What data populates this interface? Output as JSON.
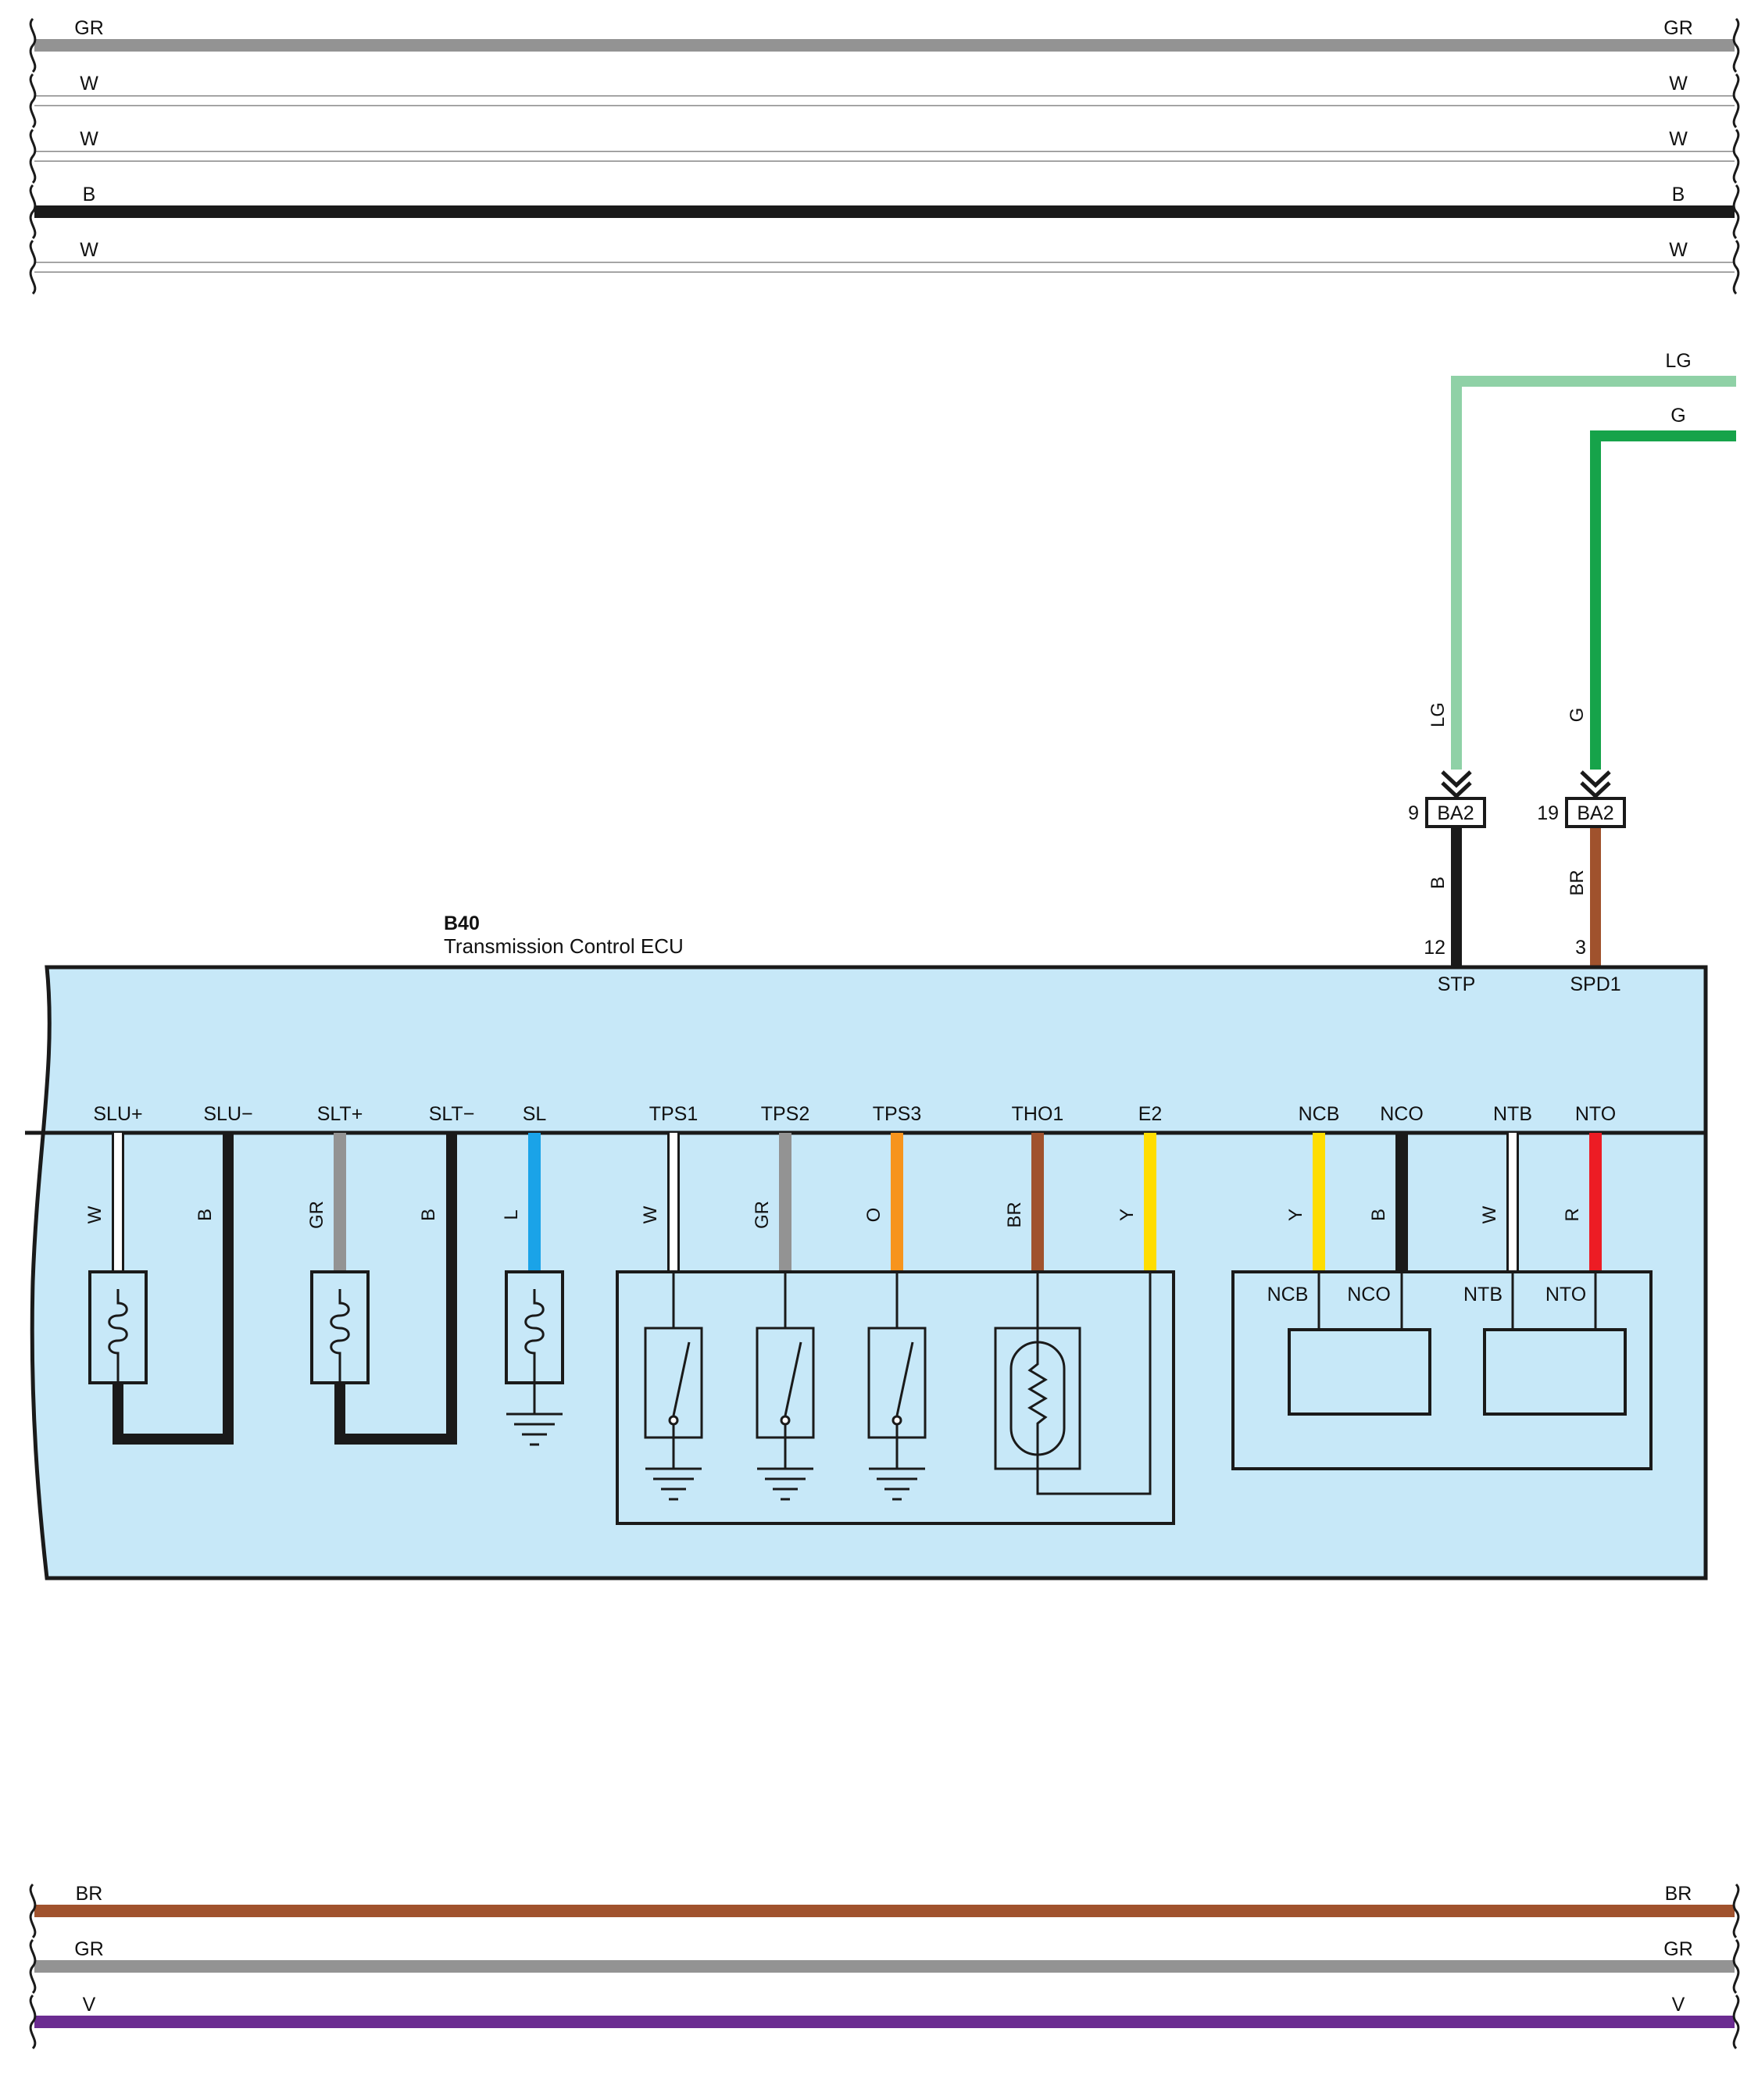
{
  "colors": {
    "GR": "#939393",
    "W": "#ffffff",
    "B": "#1a1a1a",
    "LG": "#8fd1a6",
    "G": "#16a34a",
    "BR": "#a0522d",
    "L": "#1aa3e8",
    "O": "#f7941d",
    "Y": "#ffdd00",
    "R": "#ed1c24",
    "V": "#6b2c91",
    "ecu_fill": "#c7e8f8"
  },
  "top_wires": [
    {
      "color": "GR",
      "left_label": "GR",
      "right_label": "GR"
    },
    {
      "color": "W",
      "left_label": "W",
      "right_label": "W"
    },
    {
      "color": "W",
      "left_label": "W",
      "right_label": "W"
    },
    {
      "color": "B",
      "left_label": "B",
      "right_label": "B"
    },
    {
      "color": "W",
      "left_label": "W",
      "right_label": "W"
    }
  ],
  "bottom_wires": [
    {
      "color": "BR",
      "left_label": "BR",
      "right_label": "BR"
    },
    {
      "color": "GR",
      "left_label": "GR",
      "right_label": "GR"
    },
    {
      "color": "V",
      "left_label": "V",
      "right_label": "V"
    }
  ],
  "ecu": {
    "code": "B40",
    "name": "Transmission Control ECU"
  },
  "right_branches": {
    "lg": {
      "wire_right_label": "LG",
      "wire_vertical_label": "LG",
      "connector": "BA2",
      "connector_pin": "9",
      "lower_wire_label": "B",
      "ecu_pin": "12",
      "terminal": "STP"
    },
    "g": {
      "wire_right_label": "G",
      "wire_vertical_label": "G",
      "connector": "BA2",
      "connector_pin": "19",
      "lower_wire_label": "BR",
      "ecu_pin": "3",
      "terminal": "SPD1"
    }
  },
  "terminals": [
    {
      "name": "SLU+",
      "wire": "W"
    },
    {
      "name": "SLU−",
      "wire": "B"
    },
    {
      "name": "SLT+",
      "wire": "GR"
    },
    {
      "name": "SLT−",
      "wire": "B"
    },
    {
      "name": "SL",
      "wire": "L"
    },
    {
      "name": "TPS1",
      "wire": "W"
    },
    {
      "name": "TPS2",
      "wire": "GR"
    },
    {
      "name": "TPS3",
      "wire": "O"
    },
    {
      "name": "THO1",
      "wire": "BR"
    },
    {
      "name": "E2",
      "wire": "Y"
    },
    {
      "name": "NCB",
      "wire": "Y"
    },
    {
      "name": "NCO",
      "wire": "B"
    },
    {
      "name": "NTB",
      "wire": "W"
    },
    {
      "name": "NTO",
      "wire": "R"
    }
  ],
  "sensor_labels": {
    "ncb": "NCB",
    "nco": "NCO",
    "ntb": "NTB",
    "nto": "NTO"
  }
}
